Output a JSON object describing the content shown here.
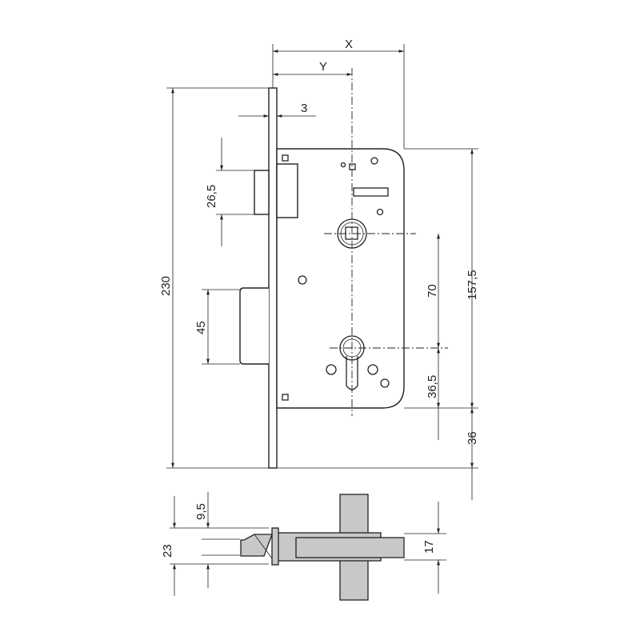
{
  "drawing": {
    "title_hidden": "",
    "dimensions": {
      "x": "X",
      "y": "Y",
      "faceplate_thickness": "3",
      "latch_height": "26,5",
      "deadbolt_height": "45",
      "total_height": "230",
      "upper_height": "157,5",
      "spindle_to_cylinder": "70",
      "cylinder_to_case_bottom": "36,5",
      "bottom_offset": "36",
      "side_offset": "9,5",
      "faceplate_width": "23",
      "bolt_width": "17"
    }
  }
}
